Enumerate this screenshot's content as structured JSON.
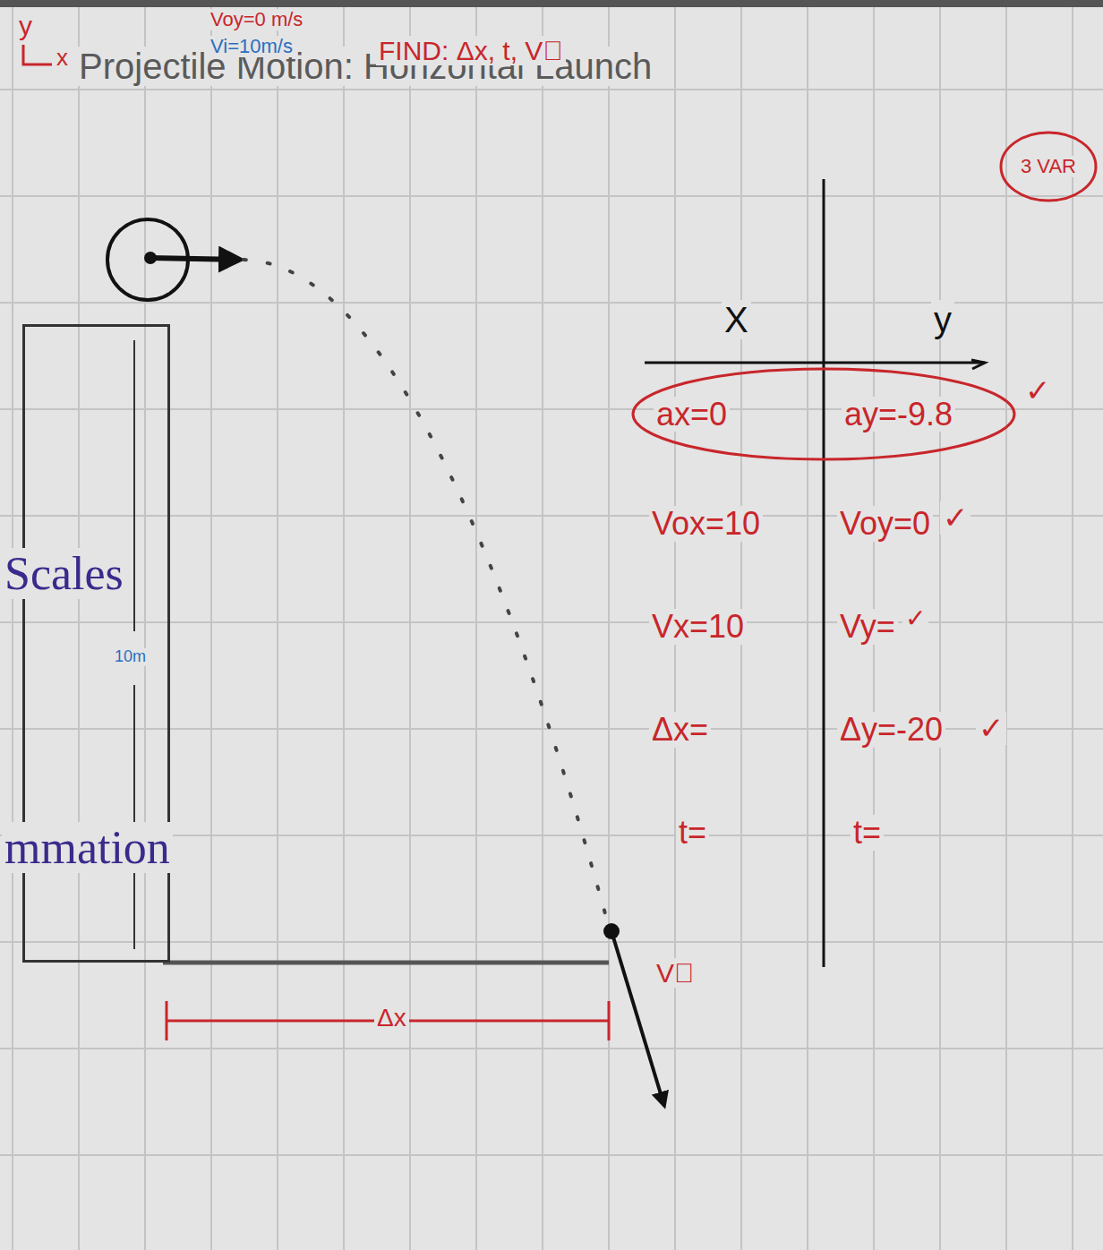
{
  "diagram": {
    "title": "Projectile Motion: Horizontal Launch",
    "nodes": [
      {
        "text": [
          "3 VAR"
        ]
      },
      {
        "text": [
          "ax=0",
          "ay=-9.8"
        ]
      },
      {
        "text": [
          "10m"
        ]
      }
    ],
    "labels": [
      "y",
      "x",
      "Voy=0 m/s",
      "Vi=10m/s",
      "FIND: Δx, t, V⃗",
      "X",
      "y",
      "✓",
      "Vox=10",
      "Voy=0",
      "✓",
      "Vx=10",
      "Vy=",
      "✓",
      "Δx=",
      "Δy=-20",
      "✓",
      "t=",
      "t=",
      "Δx",
      "V⃗",
      "Scales",
      "mmation"
    ]
  }
}
